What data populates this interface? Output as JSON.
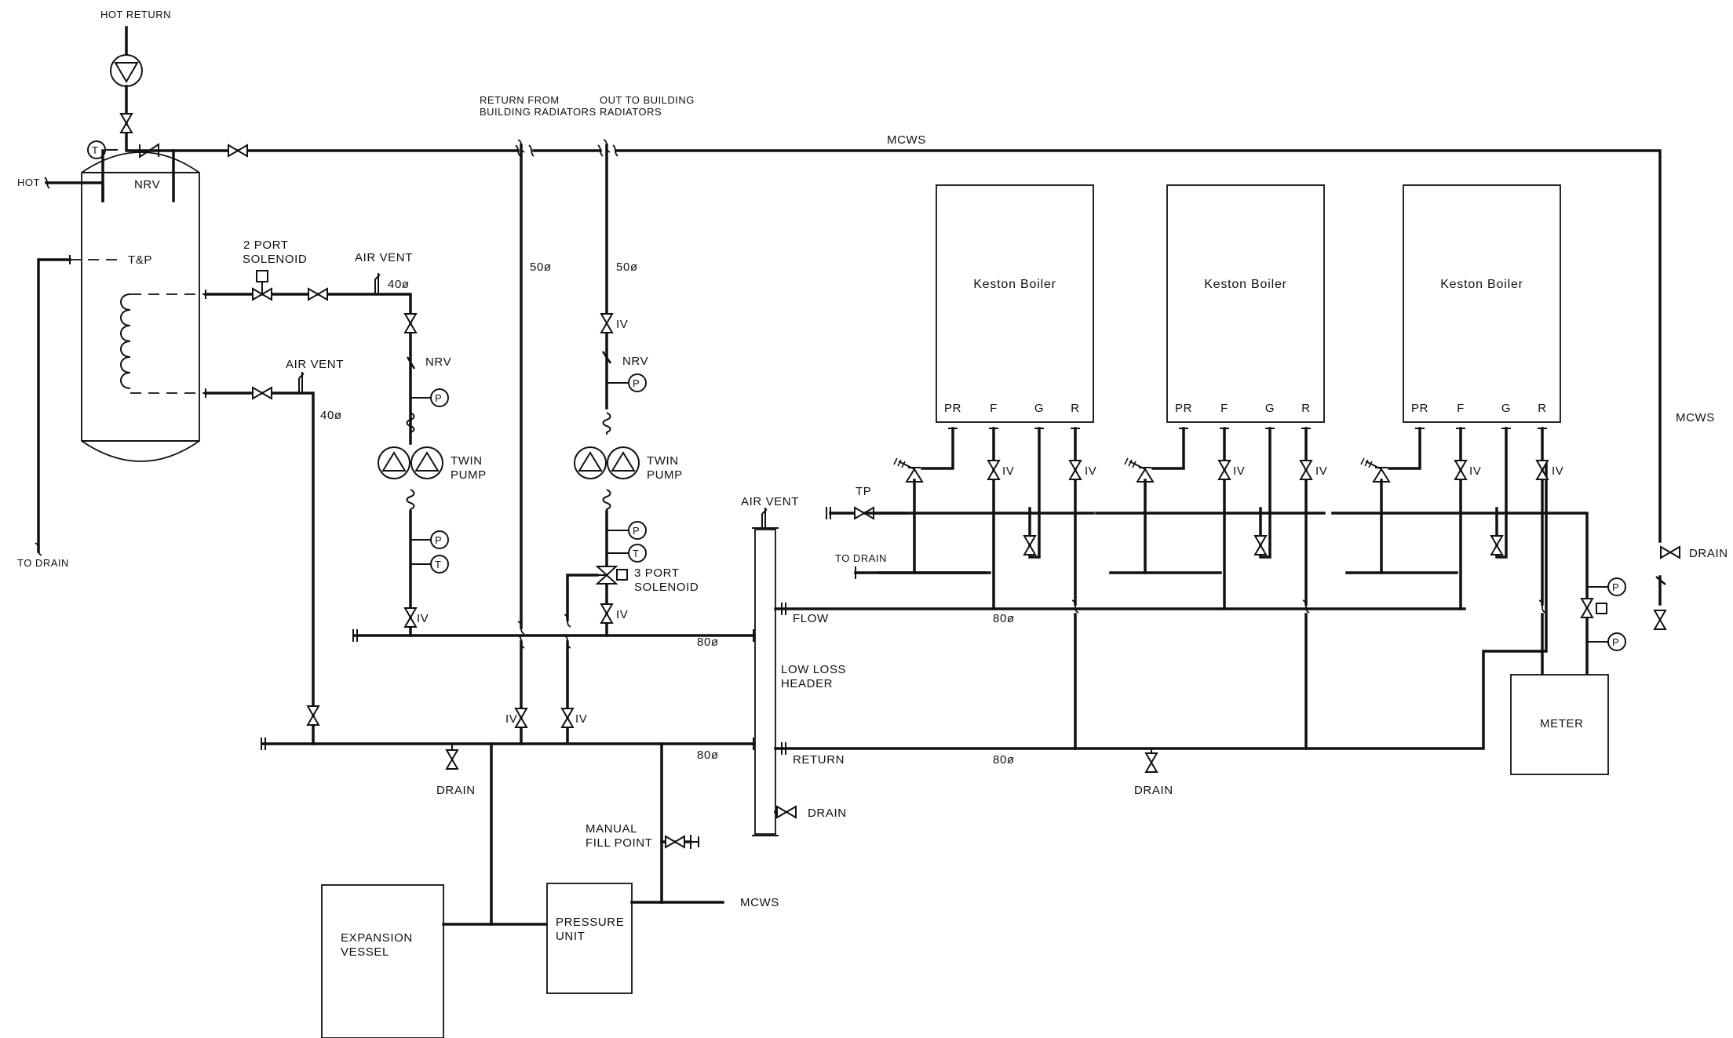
{
  "labels": {
    "hot_return": "HOT RETURN",
    "hot": "HOT",
    "t_and_p": "T&P",
    "to_drain_left": "TO DRAIN",
    "nrv_top": "NRV",
    "two_port_solenoid_line1": "2 PORT",
    "two_port_solenoid_line2": "SOLENOID",
    "air_vent_1": "AIR VENT",
    "air_vent_2": "AIR VENT",
    "air_vent_header": "AIR VENT",
    "size_40_a": "40ø",
    "size_40_b": "40ø",
    "return_from_line1": "RETURN FROM",
    "return_from_line2": "BUILDING RADIATORS",
    "out_to_line1": "OUT TO BUILDING",
    "out_to_line2": "RADIATORS",
    "mcws_top": "MCWS",
    "mcws_right": "MCWS",
    "mcws_bottom": "MCWS",
    "size_50_a": "50ø",
    "size_50_b": "50ø",
    "iv": "IV",
    "nrv": "NRV",
    "twin_pump_line1": "TWIN",
    "twin_pump_line2": "PUMP",
    "three_port_line1": "3 PORT",
    "three_port_line2": "SOLENOID",
    "size_80": "80ø",
    "flow": "FLOW",
    "return": "RETURN",
    "low_loss_line1": "LOW LOSS",
    "low_loss_line2": "HEADER",
    "drain": "DRAIN",
    "to_drain": "TO DRAIN",
    "tp": "TP",
    "manual_fill_line1": "MANUAL",
    "manual_fill_line2": "FILL POINT",
    "expansion_line1": "EXPANSION",
    "expansion_line2": "VESSEL",
    "pressure_line1": "PRESSURE",
    "pressure_line2": "UNIT",
    "meter": "METER",
    "p": "P",
    "t": "T"
  },
  "boilers": [
    {
      "name": "Keston Boiler",
      "ports": [
        "PR",
        "F",
        "G",
        "R"
      ]
    },
    {
      "name": "Keston Boiler",
      "ports": [
        "PR",
        "F",
        "G",
        "R"
      ]
    },
    {
      "name": "Keston Boiler",
      "ports": [
        "PR",
        "F",
        "G",
        "R"
      ]
    }
  ]
}
